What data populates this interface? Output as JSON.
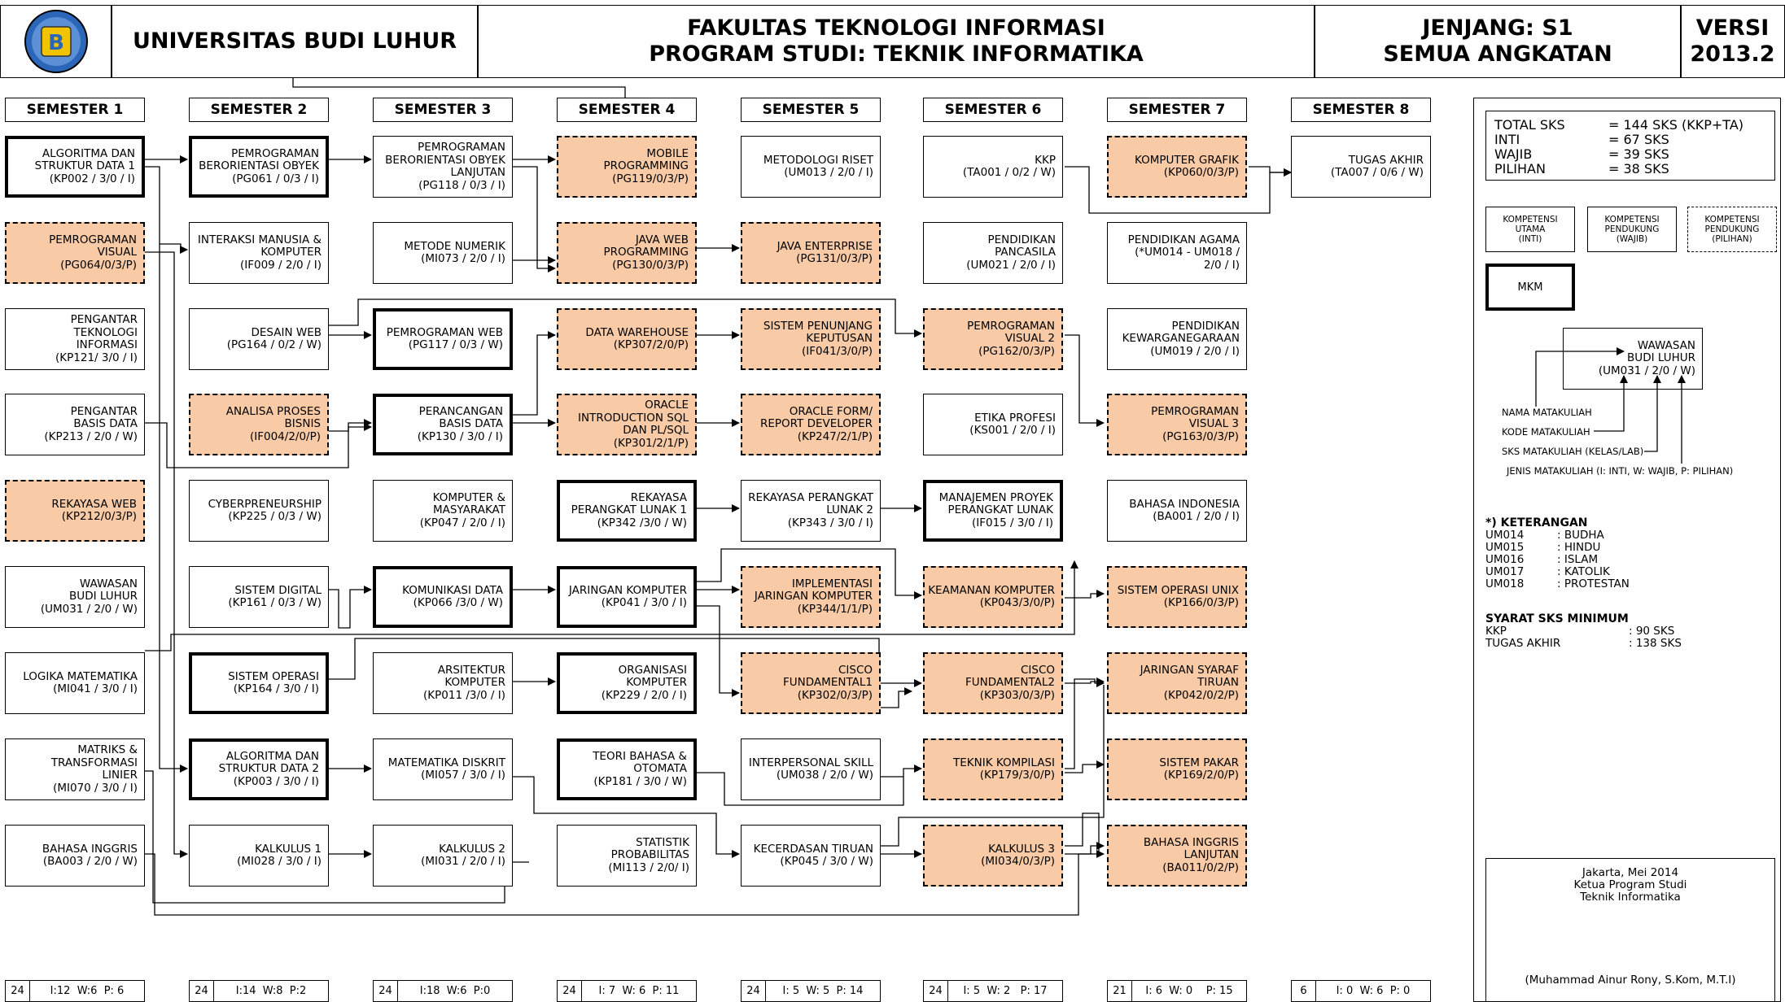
{
  "header": {
    "logo_text": "B",
    "university": "UNIVERSITAS BUDI LUHUR",
    "faculty_line1": "FAKULTAS TEKNOLOGI INFORMASI",
    "faculty_line2": "PROGRAM STUDI: TEKNIK INFORMATIKA",
    "level_line1": "JENJANG: S1",
    "level_line2": "SEMUA ANGKATAN",
    "version_line1": "VERSI",
    "version_line2": "2013.2"
  },
  "semesters": [
    "SEMESTER 1",
    "SEMESTER 2",
    "SEMESTER 3",
    "SEMESTER 4",
    "SEMESTER 5",
    "SEMESTER 6",
    "SEMESTER 7",
    "SEMESTER 8"
  ],
  "courses": [
    {
      "id": "KP002",
      "col": 0,
      "row": 0,
      "type": "mkm",
      "text": "ALGORITMA DAN\nSTRUKTUR DATA 1\n(KP002 / 3/0 / I)"
    },
    {
      "id": "PG064",
      "col": 0,
      "row": 1,
      "type": "pil",
      "text": "PEMROGRAMAN\nVISUAL\n(PG064/0/3/P)"
    },
    {
      "id": "KP121",
      "col": 0,
      "row": 2,
      "type": "std",
      "text": "PENGANTAR\nTEKNOLOGI\nINFORMASI\n(KP121/ 3/0 / I)"
    },
    {
      "id": "KP213",
      "col": 0,
      "row": 3,
      "type": "std",
      "text": "PENGANTAR\nBASIS DATA\n(KP213 / 2/0 / W)"
    },
    {
      "id": "KP212",
      "col": 0,
      "row": 4,
      "type": "pil",
      "text": "REKAYASA WEB\n(KP212/0/3/P)"
    },
    {
      "id": "UM031",
      "col": 0,
      "row": 5,
      "type": "std",
      "text": "WAWASAN\nBUDI LUHUR\n(UM031 / 2/0 / W)"
    },
    {
      "id": "MI041",
      "col": 0,
      "row": 6,
      "type": "std",
      "text": "LOGIKA MATEMATIKA\n(MI041 / 3/0 / I)"
    },
    {
      "id": "MI070",
      "col": 0,
      "row": 7,
      "type": "std",
      "text": "MATRIKS &\nTRANSFORMASI\nLINIER\n(MI070 / 3/0 / I)"
    },
    {
      "id": "BA003",
      "col": 0,
      "row": 8,
      "type": "std",
      "text": "BAHASA INGGRIS\n(BA003 / 2/0 / W)"
    },
    {
      "id": "PG061",
      "col": 1,
      "row": 0,
      "type": "mkm",
      "text": "PEMROGRAMAN\nBERORIENTASI OBYEK\n(PG061 / 0/3 / I)"
    },
    {
      "id": "IF009",
      "col": 1,
      "row": 1,
      "type": "std",
      "text": "INTERAKSI MANUSIA &\nKOMPUTER\n(IF009 / 2/0 / I)"
    },
    {
      "id": "PG164",
      "col": 1,
      "row": 2,
      "type": "std",
      "text": "DESAIN WEB\n(PG164 / 0/2 / W)"
    },
    {
      "id": "IF004",
      "col": 1,
      "row": 3,
      "type": "pil",
      "text": "ANALISA PROSES\nBISNIS\n(IF004/2/0/P)"
    },
    {
      "id": "KP225",
      "col": 1,
      "row": 4,
      "type": "std",
      "text": "CYBERPRENEURSHIP\n(KP225 / 0/3 / W)"
    },
    {
      "id": "KP161",
      "col": 1,
      "row": 5,
      "type": "std",
      "text": "SISTEM DIGITAL\n(KP161 / 0/3 / W)"
    },
    {
      "id": "KP164",
      "col": 1,
      "row": 6,
      "type": "mkm",
      "text": "SISTEM OPERASI\n(KP164 / 3/0 / I)"
    },
    {
      "id": "KP003",
      "col": 1,
      "row": 7,
      "type": "mkm",
      "text": "ALGORITMA DAN\nSTRUKTUR DATA 2\n(KP003 / 3/0 / I)"
    },
    {
      "id": "MI028",
      "col": 1,
      "row": 8,
      "type": "std",
      "text": "KALKULUS 1\n(MI028 / 3/0 / I)"
    },
    {
      "id": "PG118",
      "col": 2,
      "row": 0,
      "type": "std",
      "text": "PEMROGRAMAN\nBERORIENTASI OBYEK\nLANJUTAN\n(PG118 / 0/3 / I)"
    },
    {
      "id": "MI073",
      "col": 2,
      "row": 1,
      "type": "std",
      "text": "METODE NUMERIK\n(MI073 / 2/0 / I)"
    },
    {
      "id": "PG117",
      "col": 2,
      "row": 2,
      "type": "mkm",
      "text": "PEMROGRAMAN WEB\n(PG117 / 0/3 / W)"
    },
    {
      "id": "KP130",
      "col": 2,
      "row": 3,
      "type": "mkm",
      "text": "PERANCANGAN\nBASIS DATA\n(KP130 / 3/0 / I)"
    },
    {
      "id": "KP047",
      "col": 2,
      "row": 4,
      "type": "std",
      "text": "KOMPUTER &\nMASYARAKAT\n(KP047 / 2/0 / I)"
    },
    {
      "id": "KP066",
      "col": 2,
      "row": 5,
      "type": "mkm",
      "text": "KOMUNIKASI DATA\n(KP066 /3/0 / W)"
    },
    {
      "id": "KP011",
      "col": 2,
      "row": 6,
      "type": "std",
      "text": "ARSITEKTUR\nKOMPUTER\n(KP011 /3/0 / I)"
    },
    {
      "id": "MI057",
      "col": 2,
      "row": 7,
      "type": "std",
      "text": "MATEMATIKA DISKRIT\n(MI057 / 3/0 / I)"
    },
    {
      "id": "MI031",
      "col": 2,
      "row": 8,
      "type": "std",
      "text": "KALKULUS 2\n(MI031 / 2/0 / I)"
    },
    {
      "id": "PG119",
      "col": 3,
      "row": 0,
      "type": "pil",
      "text": "MOBILE\nPROGRAMMING\n(PG119/0/3/P)"
    },
    {
      "id": "PG130",
      "col": 3,
      "row": 1,
      "type": "pil",
      "text": "JAVA WEB\nPROGRAMMING\n(PG130/0/3/P)"
    },
    {
      "id": "KP307",
      "col": 3,
      "row": 2,
      "type": "pil",
      "text": "DATA WAREHOUSE\n(KP307/2/0/P)"
    },
    {
      "id": "KP301",
      "col": 3,
      "row": 3,
      "type": "pil",
      "text": "ORACLE\nINTRODUCTION SQL\nDAN PL/SQL\n(KP301/2/1/P)"
    },
    {
      "id": "KP342",
      "col": 3,
      "row": 4,
      "type": "mkm",
      "text": "REKAYASA\nPERANGKAT LUNAK 1\n(KP342 /3/0 / W)"
    },
    {
      "id": "KP041",
      "col": 3,
      "row": 5,
      "type": "mkm",
      "text": "JARINGAN KOMPUTER\n(KP041 / 3/0 / I)"
    },
    {
      "id": "KP229",
      "col": 3,
      "row": 6,
      "type": "mkm",
      "text": "ORGANISASI\nKOMPUTER\n(KP229 / 2/0 / I)"
    },
    {
      "id": "KP181",
      "col": 3,
      "row": 7,
      "type": "mkm",
      "text": "TEORI BAHASA &\nOTOMATA\n(KP181 / 3/0 / W)"
    },
    {
      "id": "MI113",
      "col": 3,
      "row": 8,
      "type": "std",
      "text": "STATISTIK\nPROBABILITAS\n(MI113 / 2/0/ I)"
    },
    {
      "id": "UM013",
      "col": 4,
      "row": 0,
      "type": "std",
      "text": "METODOLOGI RISET\n(UM013 / 2/0 / I)"
    },
    {
      "id": "PG131",
      "col": 4,
      "row": 1,
      "type": "pil",
      "text": "JAVA ENTERPRISE\n(PG131/0/3/P)"
    },
    {
      "id": "IF041",
      "col": 4,
      "row": 2,
      "type": "pil",
      "text": "SISTEM PENUNJANG\nKEPUTUSAN\n(IF041/3/0/P)"
    },
    {
      "id": "KP247",
      "col": 4,
      "row": 3,
      "type": "pil",
      "text": "ORACLE FORM/\nREPORT DEVELOPER\n(KP247/2/1/P)"
    },
    {
      "id": "KP343",
      "col": 4,
      "row": 4,
      "type": "std",
      "text": "REKAYASA PERANGKAT\nLUNAK 2\n(KP343 / 3/0 / I)"
    },
    {
      "id": "KP344",
      "col": 4,
      "row": 5,
      "type": "pil",
      "text": "IMPLEMENTASI\nJARINGAN KOMPUTER\n(KP344/1/1/P)"
    },
    {
      "id": "KP302",
      "col": 4,
      "row": 6,
      "type": "pil",
      "text": "CISCO\nFUNDAMENTAL1\n(KP302/0/3/P)"
    },
    {
      "id": "UM038",
      "col": 4,
      "row": 7,
      "type": "std",
      "text": "INTERPERSONAL SKILL\n(UM038 / 2/0 / W)"
    },
    {
      "id": "KP045",
      "col": 4,
      "row": 8,
      "type": "std",
      "text": "KECERDASAN TIRUAN\n(KP045 / 3/0 / W)"
    },
    {
      "id": "TA001",
      "col": 5,
      "row": 0,
      "type": "std",
      "text": "KKP\n(TA001 / 0/2 / W)"
    },
    {
      "id": "UM021",
      "col": 5,
      "row": 1,
      "type": "std",
      "text": "PENDIDIKAN\nPANCASILA\n(UM021 / 2/0 / I)"
    },
    {
      "id": "PG162",
      "col": 5,
      "row": 2,
      "type": "pil",
      "text": "PEMROGRAMAN\nVISUAL 2\n(PG162/0/3/P)"
    },
    {
      "id": "KS001",
      "col": 5,
      "row": 3,
      "type": "std",
      "text": "ETIKA PROFESI\n(KS001 / 2/0 / I)"
    },
    {
      "id": "IF015",
      "col": 5,
      "row": 4,
      "type": "mkm",
      "text": "MANAJEMEN PROYEK\nPERANGKAT LUNAK\n(IF015 / 3/0 / I)"
    },
    {
      "id": "KP043",
      "col": 5,
      "row": 5,
      "type": "pil",
      "text": "KEAMANAN KOMPUTER\n(KP043/3/0/P)"
    },
    {
      "id": "KP303",
      "col": 5,
      "row": 6,
      "type": "pil",
      "text": "CISCO\nFUNDAMENTAL2\n(KP303/0/3/P)"
    },
    {
      "id": "KP179",
      "col": 5,
      "row": 7,
      "type": "pil",
      "text": "TEKNIK KOMPILASI\n(KP179/3/0/P)"
    },
    {
      "id": "MI034",
      "col": 5,
      "row": 8,
      "type": "pil",
      "text": "KALKULUS 3\n(MI034/0/3/P)"
    },
    {
      "id": "KP060",
      "col": 6,
      "row": 0,
      "type": "pil",
      "text": "KOMPUTER GRAFIK\n(KP060/0/3/P)"
    },
    {
      "id": "UM014",
      "col": 6,
      "row": 1,
      "type": "std",
      "text": "PENDIDIKAN AGAMA\n(*UM014 - UM018 /\n2/0 / I)"
    },
    {
      "id": "UM019",
      "col": 6,
      "row": 2,
      "type": "std",
      "text": "PENDIDIKAN\nKEWARGANEGARAAN\n(UM019 / 2/0 / I)"
    },
    {
      "id": "PG163",
      "col": 6,
      "row": 3,
      "type": "pil",
      "text": "PEMROGRAMAN\nVISUAL 3\n(PG163/0/3/P)"
    },
    {
      "id": "BA001",
      "col": 6,
      "row": 4,
      "type": "std",
      "text": "BAHASA INDONESIA\n(BA001 / 2/0 / I)"
    },
    {
      "id": "KP166",
      "col": 6,
      "row": 5,
      "type": "pil",
      "text": "SISTEM OPERASI UNIX\n(KP166/0/3/P)"
    },
    {
      "id": "KP042",
      "col": 6,
      "row": 6,
      "type": "pil",
      "text": "JARINGAN SYARAF\nTIRUAN\n(KP042/0/2/P)"
    },
    {
      "id": "KP169",
      "col": 6,
      "row": 7,
      "type": "pil",
      "text": "SISTEM PAKAR\n(KP169/2/0/P)"
    },
    {
      "id": "BA011",
      "col": 6,
      "row": 8,
      "type": "pil",
      "text": "BAHASA INGGRIS\nLANJUTAN\n(BA011/0/2/P)"
    },
    {
      "id": "TA007",
      "col": 7,
      "row": 0,
      "type": "std",
      "text": "TUGAS AKHIR\n(TA007 / 0/6 / W)"
    }
  ],
  "footer": [
    {
      "sks": "24",
      "dist": "I:12  W:6  P: 6"
    },
    {
      "sks": "24",
      "dist": "I:14  W:8  P:2"
    },
    {
      "sks": "24",
      "dist": "I:18  W:6  P:0"
    },
    {
      "sks": "24",
      "dist": "I: 7  W: 6  P: 11"
    },
    {
      "sks": "24",
      "dist": "I: 5  W: 5  P: 14"
    },
    {
      "sks": "24",
      "dist": "I: 5  W: 2   P: 17"
    },
    {
      "sks": "21",
      "dist": "I: 6  W: 0    P: 15"
    },
    {
      "sks": "6",
      "dist": "I: 0  W: 6  P: 0"
    }
  ],
  "legend": {
    "totals": [
      {
        "k": "TOTAL SKS",
        "v": "= 144 SKS (KKP+TA)"
      },
      {
        "k": "INTI",
        "v": "= 67 SKS"
      },
      {
        "k": "WAJIB",
        "v": "= 39 SKS"
      },
      {
        "k": "PILIHAN",
        "v": "= 38 SKS"
      }
    ],
    "comp_utama": "KOMPETENSI\nUTAMA\n(INTI)",
    "comp_wajib": "KOMPETENSI\nPENDUKUNG\n(WAJIB)",
    "comp_pilihan": "KOMPETENSI\nPENDUKUNG\n(PILIHAN)",
    "mkm": "MKM",
    "example": "WAWASAN\nBUDI LUHUR\n(UM031 / 2/0 / W)",
    "label_nama": "NAMA MATAKULIAH",
    "label_kode": "KODE MATAKULIAH",
    "label_sks": "SKS MATAKULIAH (KELAS/LAB)",
    "label_jenis": "JENIS MATAKULIAH (I: INTI, W: WAJIB, P: PILIHAN)",
    "ket_title": "*) KETERANGAN",
    "ket": [
      {
        "k": "UM014",
        "v": ": BUDHA"
      },
      {
        "k": "UM015",
        "v": ": HINDU"
      },
      {
        "k": "UM016",
        "v": ": ISLAM"
      },
      {
        "k": "UM017",
        "v": ": KATOLIK"
      },
      {
        "k": "UM018",
        "v": ": PROTESTAN"
      }
    ],
    "syarat_title": "SYARAT SKS MINIMUM",
    "syarat": [
      {
        "k": "KKP",
        "v": ": 90 SKS"
      },
      {
        "k": "TUGAS AKHIR",
        "v": ": 138 SKS"
      }
    ],
    "sig_place": "Jakarta, Mei 2014",
    "sig_role1": "Ketua Program Studi",
    "sig_role2": "Teknik Informatika",
    "sig_name": "(Muhammad Ainur Rony, S.Kom, M.T.I)"
  }
}
